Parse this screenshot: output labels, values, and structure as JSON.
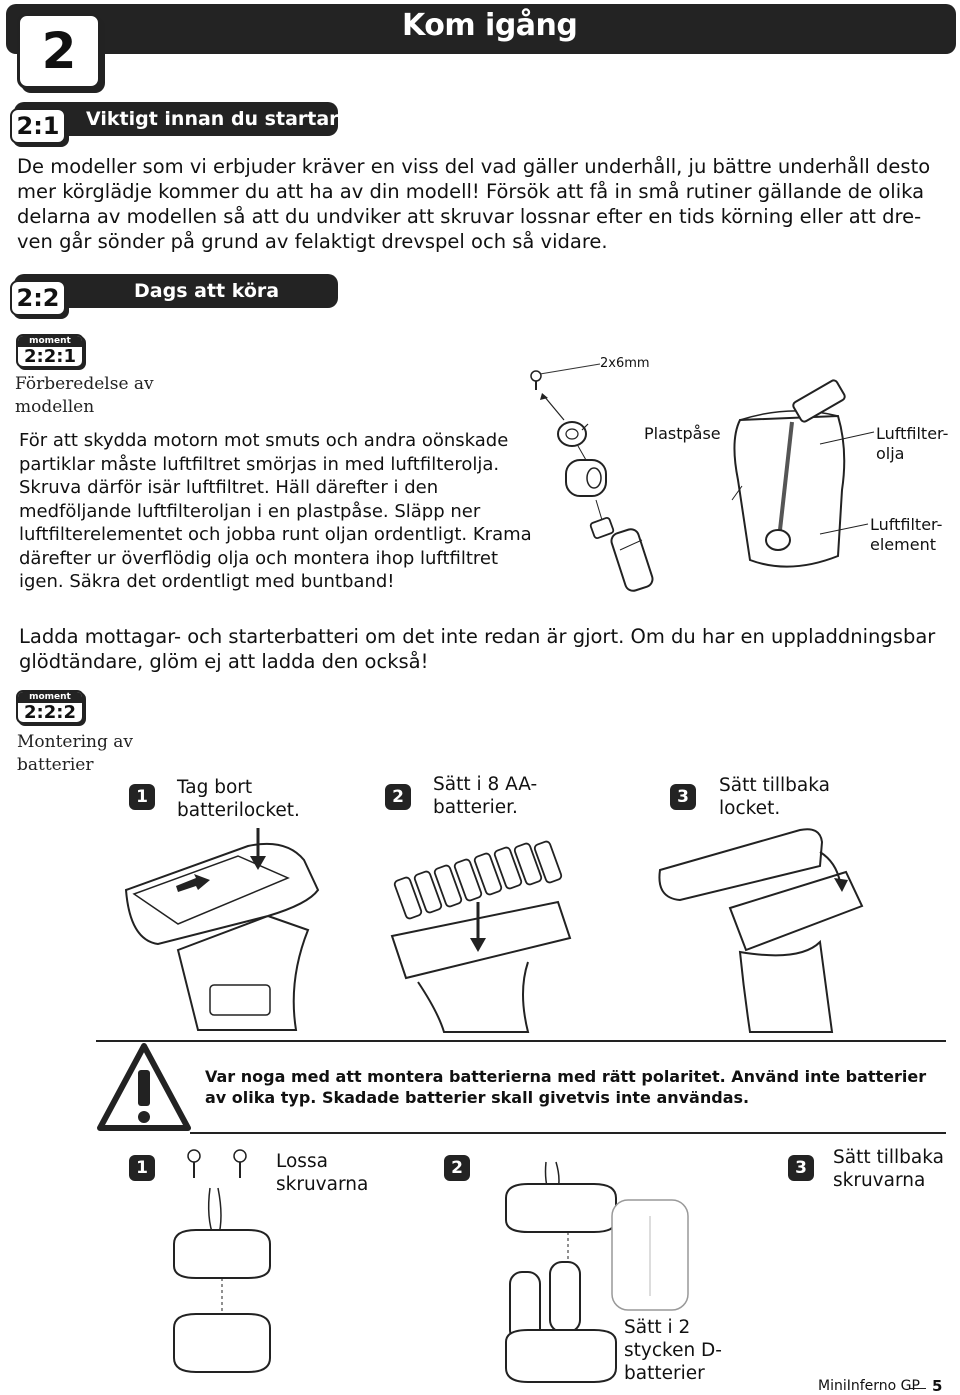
{
  "header": {
    "chapter_number": "2",
    "title": "Kom igång"
  },
  "section_2_1": {
    "number": "2:1",
    "title": "Viktigt innan du startar",
    "lines": [
      "De modeller som vi erbjuder kräver en viss del vad gäller underhåll, ju bättre underhåll desto",
      "mer körglädje kommer du att ha av din modell! Försök att få in små rutiner gällande de olika",
      "delarna av modellen så att du undviker att skruvar lossnar efter en tids körning eller att dre-",
      "ven går sönder på grund av felaktigt drevspel och så vidare."
    ]
  },
  "section_2_2": {
    "number": "2:2",
    "title": "Dags att köra"
  },
  "moment_2_2_1": {
    "tag": "moment",
    "number": "2:2:1",
    "label_lines": [
      "Förberedelse av",
      "modellen"
    ],
    "text_lines": [
      "För att skydda motorn mot smuts och andra oönskade",
      "partiklar måste luftfiltret smörjas in med luftfilterolja.",
      "Skruva därför isär luftfiltret. Häll därefter i den",
      "medföljande luftfilteroljan i en plastpåse. Släpp ner",
      "luftfilterelementet och jobba runt oljan ordentligt. Krama",
      "därefter ur överflödig olja och montera ihop luftfiltret",
      "igen. Säkra det ordentligt med buntband!"
    ],
    "diagram_labels": {
      "screw": "2x6mm",
      "bag": "Plastpåse",
      "oil_lines": [
        "Luftfilter-",
        "olja"
      ],
      "element_lines": [
        "Luftfilter-",
        "element"
      ]
    }
  },
  "charge_text_lines": [
    "Ladda mottagar- och starterbatteri om det inte redan är gjort. Om du har en uppladdningsbar",
    "glödtändare, glöm ej att ladda den också!"
  ],
  "moment_2_2_2": {
    "tag": "moment",
    "number": "2:2:2",
    "label_lines": [
      "Montering av",
      "batterier"
    ],
    "steps": [
      {
        "num": "1",
        "lines": [
          "Tag bort",
          "batterilocket."
        ]
      },
      {
        "num": "2",
        "lines": [
          "Sätt i 8 AA-",
          "batterier."
        ]
      },
      {
        "num": "3",
        "lines": [
          "Sätt tillbaka",
          "locket."
        ]
      }
    ]
  },
  "warning": {
    "lines": [
      "Var noga med att montera batterierna med rätt polaritet. Använd inte batterier",
      "av olika typ. Skadade batterier skall givetvis inte användas."
    ]
  },
  "d_battery_steps": [
    {
      "num": "1",
      "lines": [
        "Lossa",
        "skruvarna"
      ]
    },
    {
      "num": "2",
      "lines": [
        "Sätt i 2",
        "stycken D-",
        "batterier"
      ]
    },
    {
      "num": "3",
      "lines": [
        "Sätt tillbaka",
        "skruvarna"
      ]
    }
  ],
  "footer": {
    "product": "MiniInferno GP",
    "page": "5"
  }
}
